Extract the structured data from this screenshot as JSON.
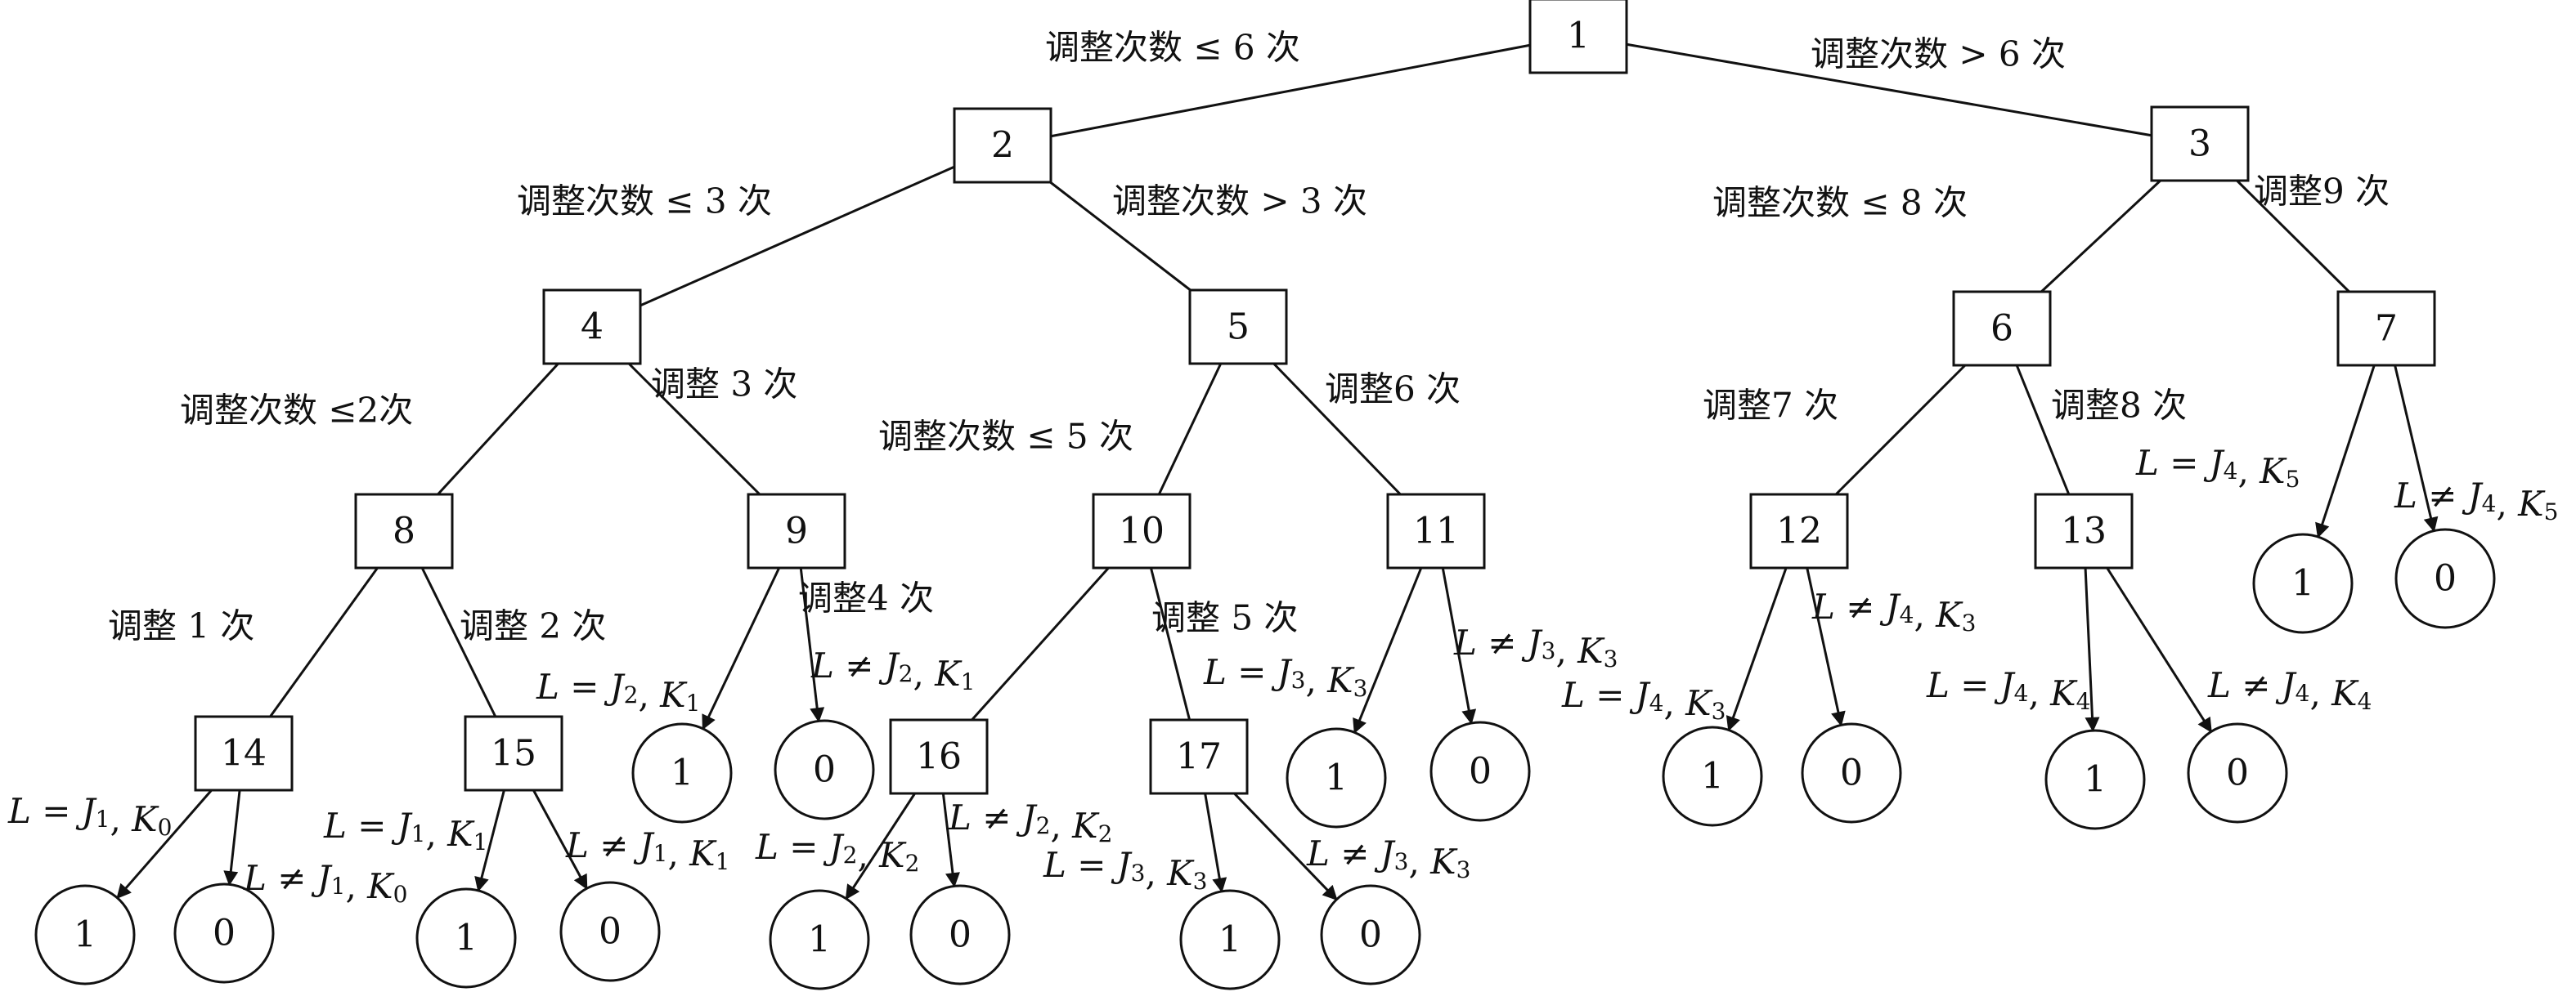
{
  "nodes": [
    {
      "id": "n1",
      "label": "1",
      "shape": "box"
    },
    {
      "id": "n2",
      "label": "2",
      "shape": "box"
    },
    {
      "id": "n3",
      "label": "3",
      "shape": "box"
    },
    {
      "id": "n4",
      "label": "4",
      "shape": "box"
    },
    {
      "id": "n5",
      "label": "5",
      "shape": "box"
    },
    {
      "id": "n6",
      "label": "6",
      "shape": "box"
    },
    {
      "id": "n7",
      "label": "7",
      "shape": "box"
    },
    {
      "id": "n8",
      "label": "8",
      "shape": "box"
    },
    {
      "id": "n9",
      "label": "9",
      "shape": "box"
    },
    {
      "id": "n10",
      "label": "10",
      "shape": "box"
    },
    {
      "id": "n11",
      "label": "11",
      "shape": "box"
    },
    {
      "id": "n12",
      "label": "12",
      "shape": "box"
    },
    {
      "id": "n13",
      "label": "13",
      "shape": "box"
    },
    {
      "id": "n14",
      "label": "14",
      "shape": "box"
    },
    {
      "id": "n15",
      "label": "15",
      "shape": "box"
    },
    {
      "id": "n16",
      "label": "16",
      "shape": "box"
    },
    {
      "id": "n17",
      "label": "17",
      "shape": "box"
    },
    {
      "id": "l7a",
      "label": "1",
      "shape": "circle"
    },
    {
      "id": "l7b",
      "label": "0",
      "shape": "circle"
    },
    {
      "id": "l9a",
      "label": "1",
      "shape": "circle"
    },
    {
      "id": "l9b",
      "label": "0",
      "shape": "circle"
    },
    {
      "id": "l11a",
      "label": "1",
      "shape": "circle"
    },
    {
      "id": "l11b",
      "label": "0",
      "shape": "circle"
    },
    {
      "id": "l12a",
      "label": "1",
      "shape": "circle"
    },
    {
      "id": "l12b",
      "label": "0",
      "shape": "circle"
    },
    {
      "id": "l13a",
      "label": "1",
      "shape": "circle"
    },
    {
      "id": "l13b",
      "label": "0",
      "shape": "circle"
    },
    {
      "id": "l14a",
      "label": "1",
      "shape": "circle"
    },
    {
      "id": "l14b",
      "label": "0",
      "shape": "circle"
    },
    {
      "id": "l15a",
      "label": "1",
      "shape": "circle"
    },
    {
      "id": "l15b",
      "label": "0",
      "shape": "circle"
    },
    {
      "id": "l16a",
      "label": "1",
      "shape": "circle"
    },
    {
      "id": "l16b",
      "label": "0",
      "shape": "circle"
    },
    {
      "id": "l17a",
      "label": "1",
      "shape": "circle"
    },
    {
      "id": "l17b",
      "label": "0",
      "shape": "circle"
    }
  ],
  "edges": [
    {
      "from": "n1",
      "to": "n2",
      "arrow": false
    },
    {
      "from": "n1",
      "to": "n3",
      "arrow": false
    },
    {
      "from": "n2",
      "to": "n4",
      "arrow": false
    },
    {
      "from": "n2",
      "to": "n5",
      "arrow": false
    },
    {
      "from": "n3",
      "to": "n6",
      "arrow": false
    },
    {
      "from": "n3",
      "to": "n7",
      "arrow": false
    },
    {
      "from": "n4",
      "to": "n8",
      "arrow": false
    },
    {
      "from": "n4",
      "to": "n9",
      "arrow": false
    },
    {
      "from": "n5",
      "to": "n10",
      "arrow": false
    },
    {
      "from": "n5",
      "to": "n11",
      "arrow": false
    },
    {
      "from": "n6",
      "to": "n12",
      "arrow": false
    },
    {
      "from": "n6",
      "to": "n13",
      "arrow": false
    },
    {
      "from": "n8",
      "to": "n14",
      "arrow": false
    },
    {
      "from": "n8",
      "to": "n15",
      "arrow": false
    },
    {
      "from": "n10",
      "to": "n16",
      "arrow": false
    },
    {
      "from": "n10",
      "to": "n17",
      "arrow": false
    },
    {
      "from": "n7",
      "to": "l7a",
      "arrow": true
    },
    {
      "from": "n7",
      "to": "l7b",
      "arrow": true
    },
    {
      "from": "n9",
      "to": "l9a",
      "arrow": true
    },
    {
      "from": "n9",
      "to": "l9b",
      "arrow": true
    },
    {
      "from": "n11",
      "to": "l11a",
      "arrow": true
    },
    {
      "from": "n11",
      "to": "l11b",
      "arrow": true
    },
    {
      "from": "n12",
      "to": "l12a",
      "arrow": true
    },
    {
      "from": "n12",
      "to": "l12b",
      "arrow": true
    },
    {
      "from": "n13",
      "to": "l13a",
      "arrow": true
    },
    {
      "from": "n13",
      "to": "l13b",
      "arrow": true
    },
    {
      "from": "n14",
      "to": "l14a",
      "arrow": true
    },
    {
      "from": "n14",
      "to": "l14b",
      "arrow": true
    },
    {
      "from": "n15",
      "to": "l15a",
      "arrow": true
    },
    {
      "from": "n15",
      "to": "l15b",
      "arrow": true
    },
    {
      "from": "n16",
      "to": "l16a",
      "arrow": true
    },
    {
      "from": "n16",
      "to": "l16b",
      "arrow": true
    },
    {
      "from": "n17",
      "to": "l17a",
      "arrow": true
    },
    {
      "from": "n17",
      "to": "l17b",
      "arrow": true
    }
  ],
  "edge_labels": [
    {
      "text": "调整次数 ≤ 6 次"
    },
    {
      "text": "调整次数 > 6 次"
    },
    {
      "text": "调整次数 ≤ 3 次"
    },
    {
      "text": "调整次数 > 3 次"
    },
    {
      "text": "调整次数 ≤ 8 次"
    },
    {
      "text": "调整9 次"
    },
    {
      "text": "调整次数 ≤2次"
    },
    {
      "text": "调整 3 次"
    },
    {
      "text": "调整次数 ≤ 5 次"
    },
    {
      "text": "调整6 次"
    },
    {
      "text": "调整7 次"
    },
    {
      "text": "调整8 次"
    },
    {
      "text": "调整 1 次"
    },
    {
      "text": "调整 2 次"
    },
    {
      "text": "调整4 次"
    },
    {
      "text": "调整 5 次"
    },
    {
      "text": "L = J₄, K₅"
    },
    {
      "text": "L ≠ J₄, K₅"
    },
    {
      "text": "L ≠ J₄, K₃"
    },
    {
      "text": "L = J₄, K₃"
    },
    {
      "text": "L = J₄, K₄"
    },
    {
      "text": "L ≠ J₄, K₄"
    },
    {
      "text": "L ≠ J₃, K₃"
    },
    {
      "text": "L = J₃, K₃"
    },
    {
      "text": "L = J₂, K₁"
    },
    {
      "text": "L ≠ J₂, K₁"
    },
    {
      "text": "L = J₁, K₀"
    },
    {
      "text": "L ≠ J₁, K₀"
    },
    {
      "text": "L = J₁, K₁"
    },
    {
      "text": "L ≠ J₁, K₁"
    },
    {
      "text": "L = J₂, K₂"
    },
    {
      "text": "L ≠ J₂, K₂"
    },
    {
      "text": "L = J₃, K₃"
    },
    {
      "text": "L ≠ J₃, K₃"
    }
  ]
}
